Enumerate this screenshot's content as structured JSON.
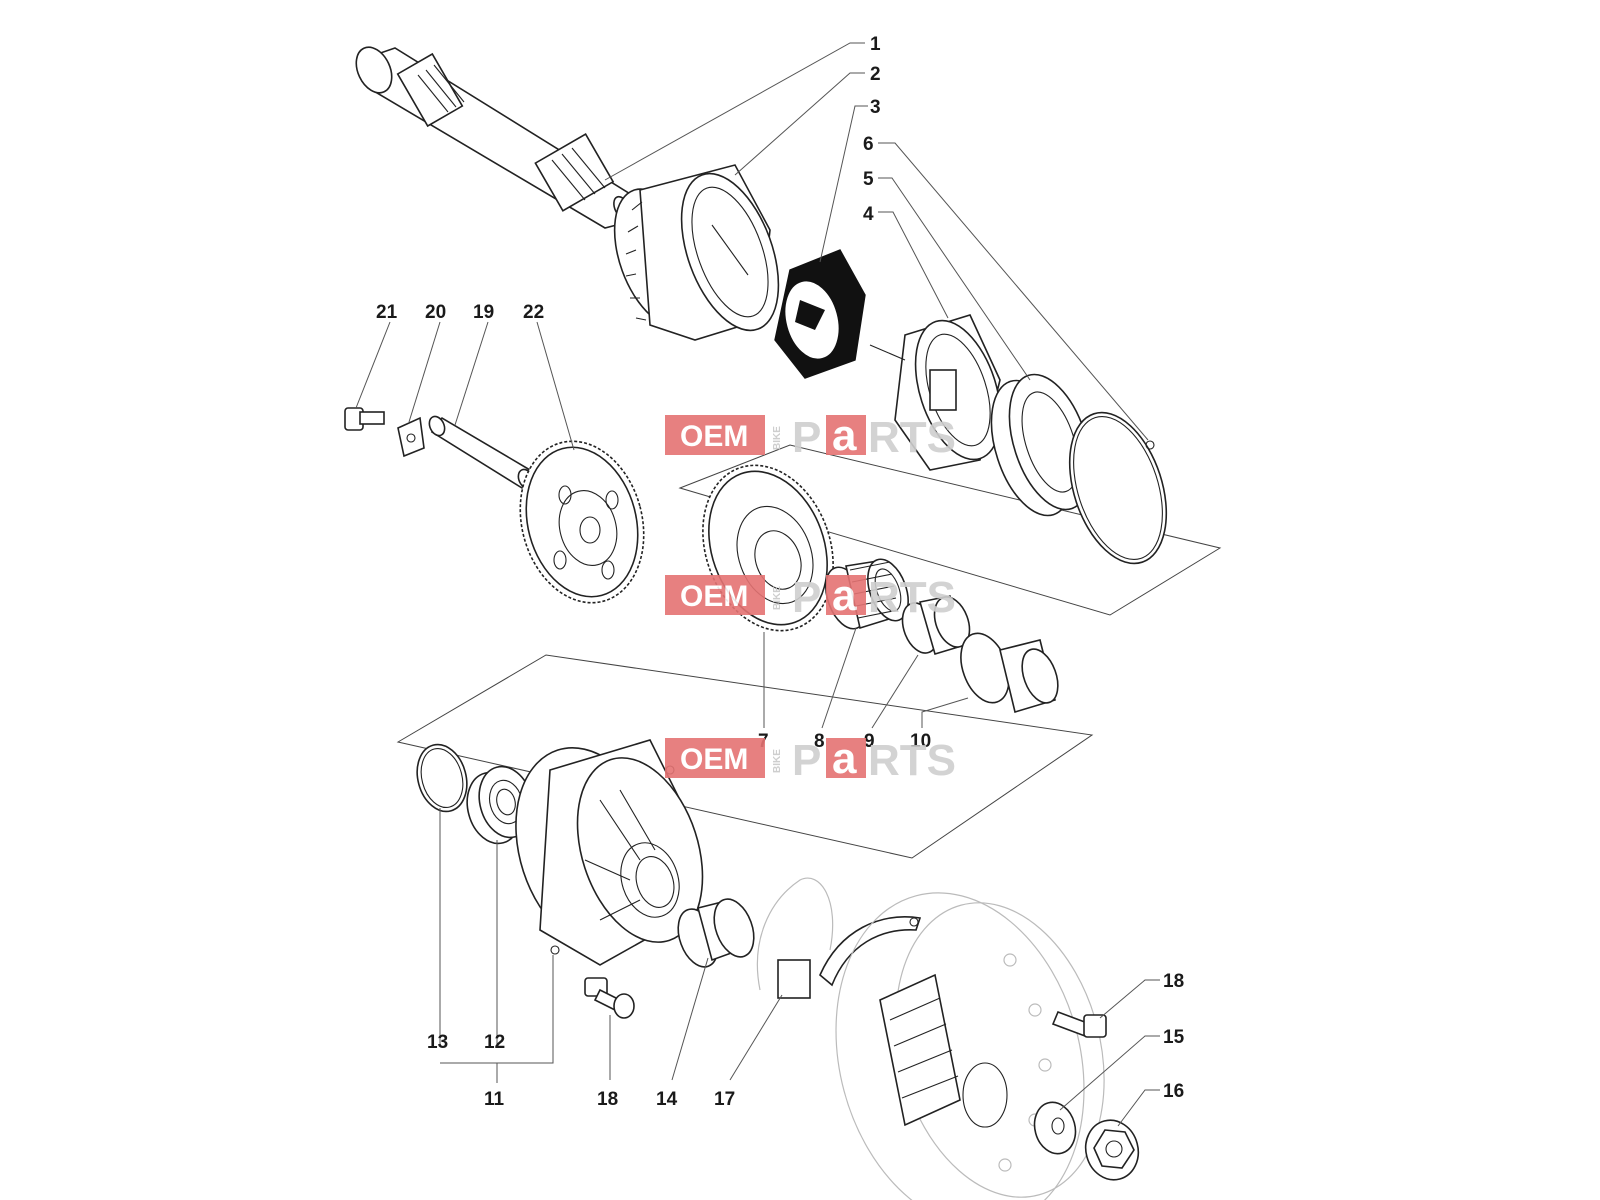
{
  "watermark": {
    "oem": "OEM",
    "bike": "BIKE",
    "parts_p": "P",
    "parts_a": "a",
    "parts_rest": "RTS",
    "color": "#e57373"
  },
  "callouts": [
    {
      "label": "1"
    },
    {
      "label": "2"
    },
    {
      "label": "3"
    },
    {
      "label": "6"
    },
    {
      "label": "5"
    },
    {
      "label": "4"
    },
    {
      "label": "21"
    },
    {
      "label": "20"
    },
    {
      "label": "19"
    },
    {
      "label": "22"
    },
    {
      "label": "7"
    },
    {
      "label": "8"
    },
    {
      "label": "9"
    },
    {
      "label": "10"
    },
    {
      "label": "18"
    },
    {
      "label": "15"
    },
    {
      "label": "16"
    },
    {
      "label": "13"
    },
    {
      "label": "12"
    },
    {
      "label": "11"
    },
    {
      "label": "18"
    },
    {
      "label": "14"
    },
    {
      "label": "17"
    }
  ]
}
